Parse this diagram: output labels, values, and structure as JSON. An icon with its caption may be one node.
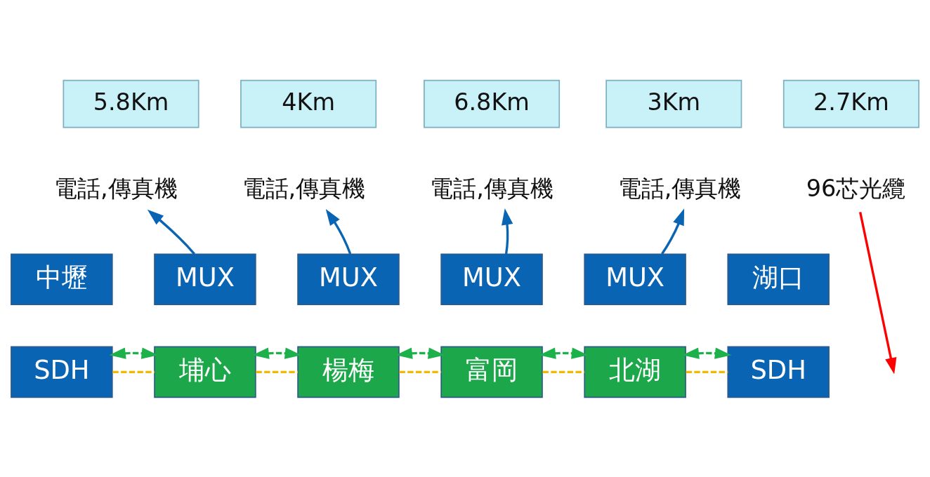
{
  "diagram": {
    "nodes": [
      {
        "text": [
          "5.8Km"
        ]
      },
      {
        "text": [
          "4Km"
        ]
      },
      {
        "text": [
          "6.8Km"
        ]
      },
      {
        "text": [
          "3Km"
        ]
      },
      {
        "text": [
          "2.7Km"
        ]
      },
      {
        "text": [
          "電話,傳真機"
        ]
      },
      {
        "text": [
          "電話,傳真機"
        ]
      },
      {
        "text": [
          "電話,傳真機"
        ]
      },
      {
        "text": [
          "電話,傳真機"
        ]
      },
      {
        "text": [
          "96芯光纜"
        ]
      },
      {
        "text": [
          "中壢"
        ]
      },
      {
        "text": [
          "MUX"
        ]
      },
      {
        "text": [
          "MUX"
        ]
      },
      {
        "text": [
          "MUX"
        ]
      },
      {
        "text": [
          "MUX"
        ]
      },
      {
        "text": [
          "湖口"
        ]
      },
      {
        "text": [
          "SDH"
        ]
      },
      {
        "text": [
          "埔心"
        ]
      },
      {
        "text": [
          "楊梅"
        ]
      },
      {
        "text": [
          "富岡"
        ]
      },
      {
        "text": [
          "北湖"
        ]
      },
      {
        "text": [
          "SDH"
        ]
      }
    ],
    "edges": [
      {
        "from": 16,
        "to": 17,
        "arrow": "none",
        "style": "dashed",
        "color": "#f5b800"
      },
      {
        "from": 17,
        "to": 18,
        "arrow": "none",
        "style": "dashed",
        "color": "#f5b800"
      },
      {
        "from": 18,
        "to": 19,
        "arrow": "none",
        "style": "dashed",
        "color": "#f5b800"
      },
      {
        "from": 19,
        "to": 20,
        "arrow": "none",
        "style": "dashed",
        "color": "#f5b800"
      },
      {
        "from": 20,
        "to": 21,
        "arrow": "none",
        "style": "dashed",
        "color": "#f5b800"
      },
      {
        "from": 11,
        "to": 5,
        "arrow": "to",
        "color": "#0a64b4"
      },
      {
        "from": 12,
        "to": 6,
        "arrow": "to",
        "color": "#0a64b4"
      },
      {
        "from": 13,
        "to": 7,
        "arrow": "to",
        "color": "#0a64b4"
      },
      {
        "from": 14,
        "to": 8,
        "arrow": "to",
        "color": "#0a64b4"
      },
      {
        "from": 9,
        "to": null,
        "arrow": "to",
        "color": "#ff0000"
      },
      {
        "from": 16,
        "to": 17,
        "arrow": "both",
        "style": "dashed",
        "color": "#1db14b"
      },
      {
        "from": 17,
        "to": 18,
        "arrow": "both",
        "style": "dashed",
        "color": "#1db14b"
      },
      {
        "from": 18,
        "to": 19,
        "arrow": "both",
        "style": "dashed",
        "color": "#1db14b"
      },
      {
        "from": 19,
        "to": 20,
        "arrow": "both",
        "style": "dashed",
        "color": "#1db14b"
      },
      {
        "from": 20,
        "to": 21,
        "arrow": "both",
        "style": "dashed",
        "color": "#1db14b"
      }
    ]
  }
}
